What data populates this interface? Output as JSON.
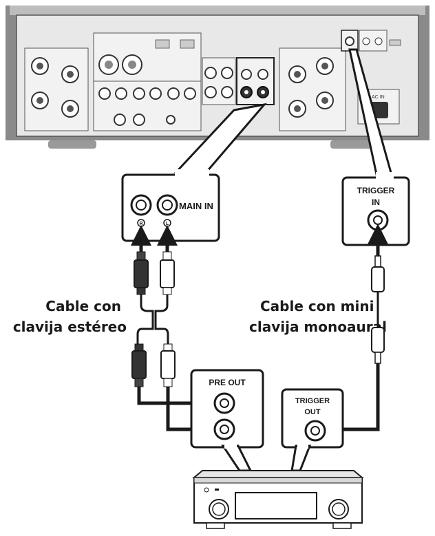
{
  "callouts": {
    "main_in": "MAIN IN",
    "main_in_right": "R",
    "main_in_left": "L",
    "trigger_in_line1": "TRIGGER",
    "trigger_in_line2": "IN",
    "pre_out": "PRE OUT",
    "trigger_out_line1": "TRIGGER",
    "trigger_out_line2": "OUT"
  },
  "captions": {
    "stereo_cable_line1": "Cable con",
    "stereo_cable_line2": "clavija estéreo",
    "mono_cable_line1": "Cable con mini",
    "mono_cable_line2": "clavija monoaural"
  },
  "amplifier_panel": {
    "ac_in": "AC IN"
  },
  "colors": {
    "line": "#1a1a1a",
    "panel_fill": "#e6e6e6",
    "panel_dark": "#8a8a8a",
    "background": "#ffffff"
  }
}
